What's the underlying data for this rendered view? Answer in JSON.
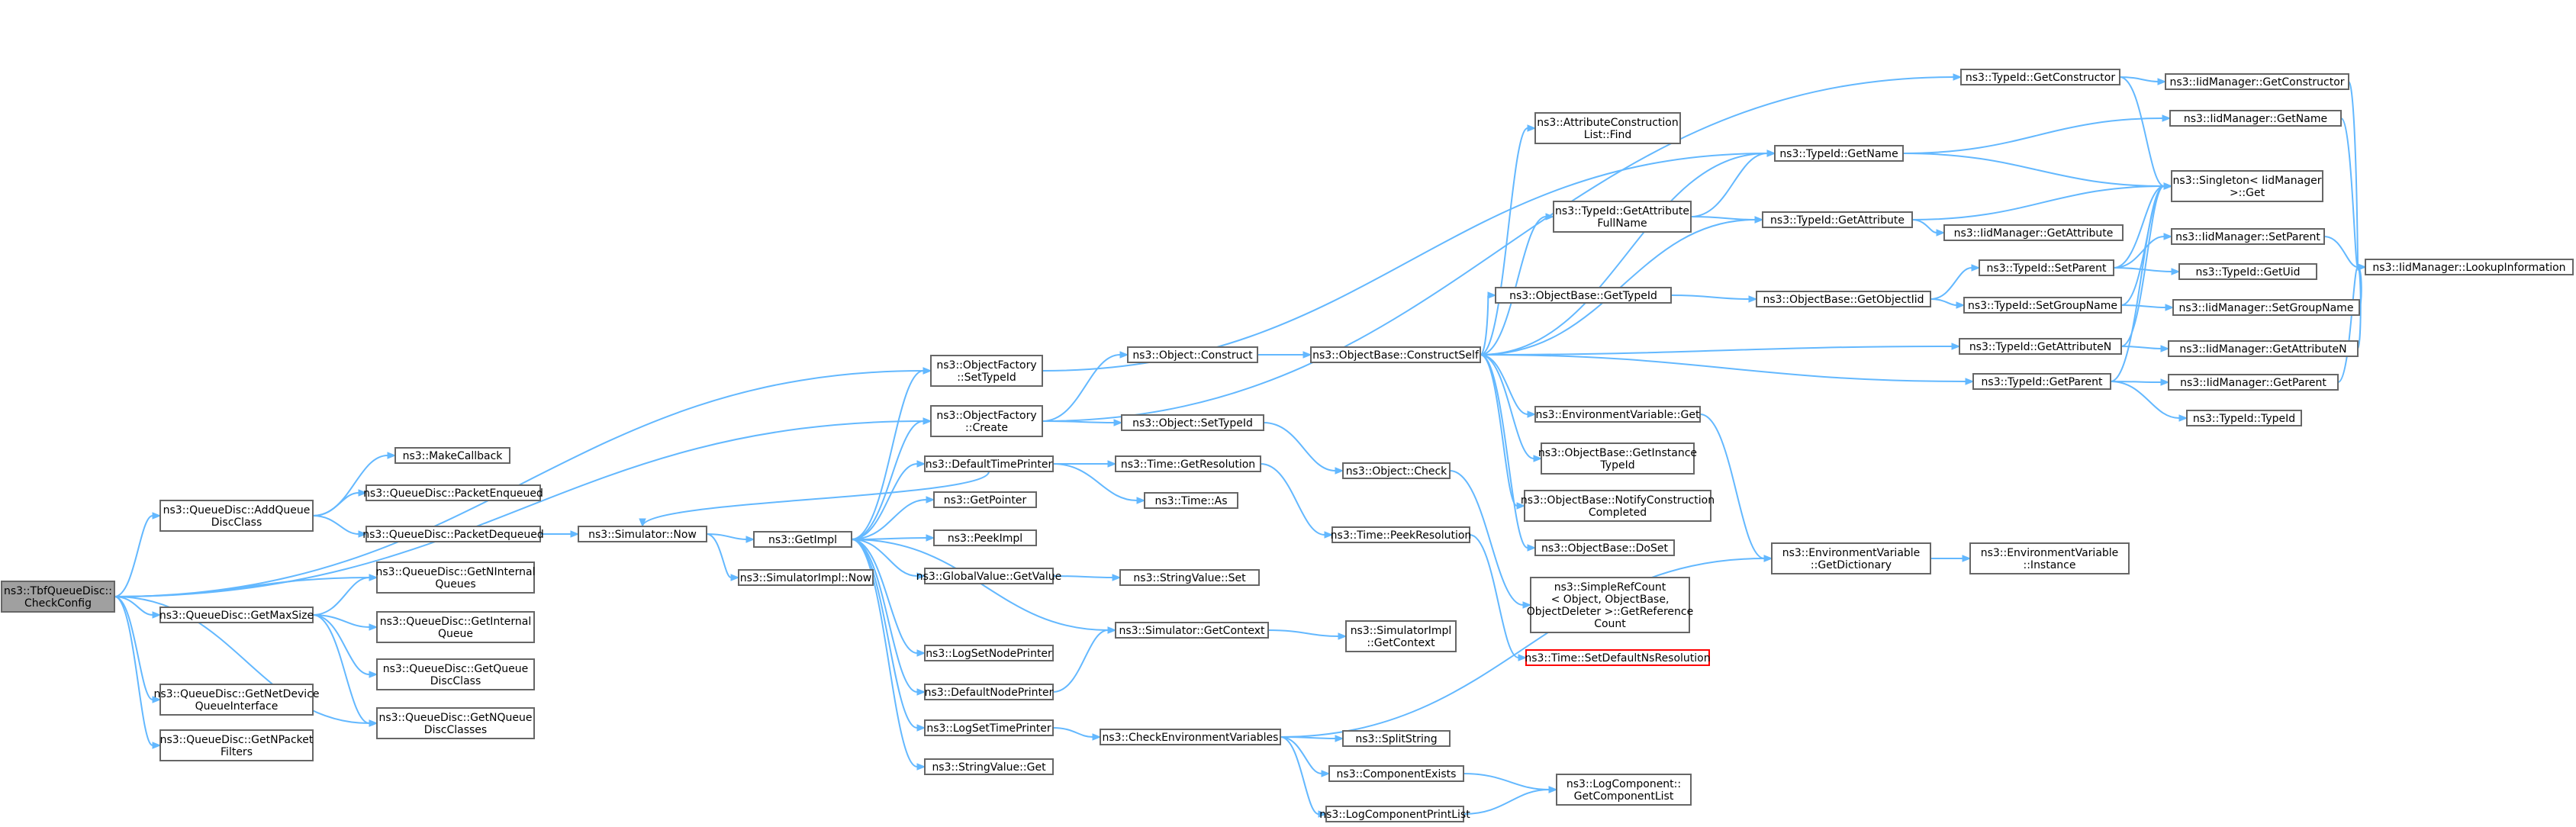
{
  "diagram": {
    "type": "call-graph",
    "nodes": [
      {
        "id": "root",
        "lines": [
          "ns3::TbfQueueDisc::",
          "CheckConfig"
        ],
        "style": "root"
      },
      {
        "id": "addQueueDiscClass",
        "lines": [
          "ns3::QueueDisc::AddQueue",
          "DiscClass"
        ]
      },
      {
        "id": "getMaxSize",
        "lines": [
          "ns3::QueueDisc::GetMaxSize"
        ]
      },
      {
        "id": "getNetDeviceQueueInterface",
        "lines": [
          "ns3::QueueDisc::GetNetDevice",
          "QueueInterface"
        ]
      },
      {
        "id": "getNPacketFilters",
        "lines": [
          "ns3::QueueDisc::GetNPacket",
          "Filters"
        ]
      },
      {
        "id": "makeCallback",
        "lines": [
          "ns3::MakeCallback"
        ]
      },
      {
        "id": "packetEnqueued",
        "lines": [
          "ns3::QueueDisc::PacketEnqueued"
        ]
      },
      {
        "id": "packetDequeued",
        "lines": [
          "ns3::QueueDisc::PacketDequeued"
        ]
      },
      {
        "id": "getNInternalQueues",
        "lines": [
          "ns3::QueueDisc::GetNInternal",
          "Queues"
        ]
      },
      {
        "id": "getInternalQueue",
        "lines": [
          "ns3::QueueDisc::GetInternal",
          "Queue"
        ]
      },
      {
        "id": "getQueueDiscClass",
        "lines": [
          "ns3::QueueDisc::GetQueue",
          "DiscClass"
        ]
      },
      {
        "id": "getNQueueDiscClasses",
        "lines": [
          "ns3::QueueDisc::GetNQueue",
          "DiscClasses"
        ]
      },
      {
        "id": "simulatorNow",
        "lines": [
          "ns3::Simulator::Now"
        ]
      },
      {
        "id": "getImpl",
        "lines": [
          "ns3::GetImpl"
        ]
      },
      {
        "id": "simulatorImplNow",
        "lines": [
          "ns3::SimulatorImpl::Now"
        ]
      },
      {
        "id": "objectFactorySetTypeId",
        "lines": [
          "ns3::ObjectFactory",
          "::SetTypeId"
        ]
      },
      {
        "id": "objectFactoryCreate",
        "lines": [
          "ns3::ObjectFactory",
          "::Create"
        ]
      },
      {
        "id": "defaultTimePrinter",
        "lines": [
          "ns3::DefaultTimePrinter"
        ]
      },
      {
        "id": "getPointer",
        "lines": [
          "ns3::GetPointer"
        ]
      },
      {
        "id": "peekImpl",
        "lines": [
          "ns3::PeekImpl"
        ]
      },
      {
        "id": "globalValueGetValue",
        "lines": [
          "ns3::GlobalValue::GetValue"
        ]
      },
      {
        "id": "logSetNodePrinter",
        "lines": [
          "ns3::LogSetNodePrinter"
        ]
      },
      {
        "id": "defaultNodePrinter",
        "lines": [
          "ns3::DefaultNodePrinter"
        ]
      },
      {
        "id": "logSetTimePrinter",
        "lines": [
          "ns3::LogSetTimePrinter"
        ]
      },
      {
        "id": "stringValueGet",
        "lines": [
          "ns3::StringValue::Get"
        ]
      },
      {
        "id": "objectConstruct",
        "lines": [
          "ns3::Object::Construct"
        ]
      },
      {
        "id": "objectSetTypeId",
        "lines": [
          "ns3::Object::SetTypeId"
        ]
      },
      {
        "id": "timeGetResolution",
        "lines": [
          "ns3::Time::GetResolution"
        ]
      },
      {
        "id": "timeAs",
        "lines": [
          "ns3::Time::As"
        ]
      },
      {
        "id": "stringValueSet",
        "lines": [
          "ns3::StringValue::Set"
        ]
      },
      {
        "id": "simulatorGetContext",
        "lines": [
          "ns3::Simulator::GetContext"
        ]
      },
      {
        "id": "checkEnvironmentVariables",
        "lines": [
          "ns3::CheckEnvironmentVariables"
        ]
      },
      {
        "id": "objectBaseConstructSelf",
        "lines": [
          "ns3::ObjectBase::ConstructSelf"
        ]
      },
      {
        "id": "objectCheck",
        "lines": [
          "ns3::Object::Check"
        ]
      },
      {
        "id": "timePeekResolution",
        "lines": [
          "ns3::Time::PeekResolution"
        ]
      },
      {
        "id": "simulatorImplGetContext",
        "lines": [
          "ns3::SimulatorImpl",
          "::GetContext"
        ]
      },
      {
        "id": "splitString",
        "lines": [
          "ns3::SplitString"
        ]
      },
      {
        "id": "componentExists",
        "lines": [
          "ns3::ComponentExists"
        ]
      },
      {
        "id": "logComponentPrintList",
        "lines": [
          "ns3::LogComponentPrintList"
        ]
      },
      {
        "id": "attributeConstructionListFind",
        "lines": [
          "ns3::AttributeConstruction",
          "List::Find"
        ]
      },
      {
        "id": "typeIdGetAttributeFullName",
        "lines": [
          "ns3::TypeId::GetAttribute",
          "FullName"
        ]
      },
      {
        "id": "objectBaseGetTypeId",
        "lines": [
          "ns3::ObjectBase::GetTypeId"
        ]
      },
      {
        "id": "environmentVariableGet",
        "lines": [
          "ns3::EnvironmentVariable::Get"
        ]
      },
      {
        "id": "objectBaseGetInstanceTypeId",
        "lines": [
          "ns3::ObjectBase::GetInstance",
          "TypeId"
        ]
      },
      {
        "id": "objectBaseNotifyConstructionCompleted",
        "lines": [
          "ns3::ObjectBase::NotifyConstruction",
          "Completed"
        ]
      },
      {
        "id": "objectBaseDoSet",
        "lines": [
          "ns3::ObjectBase::DoSet"
        ]
      },
      {
        "id": "simpleRefCountGetReferenceCount",
        "lines": [
          "ns3::SimpleRefCount",
          "< Object, ObjectBase,",
          "ObjectDeleter >::GetReference",
          "Count"
        ]
      },
      {
        "id": "timeSetDefaultNsResolution",
        "lines": [
          "ns3::Time::SetDefaultNsResolution"
        ],
        "style": "red"
      },
      {
        "id": "logComponentGetComponentList",
        "lines": [
          "ns3::LogComponent::",
          "GetComponentList"
        ]
      },
      {
        "id": "typeIdGetConstructor",
        "lines": [
          "ns3::TypeId::GetConstructor"
        ]
      },
      {
        "id": "typeIdGetName",
        "lines": [
          "ns3::TypeId::GetName"
        ]
      },
      {
        "id": "typeIdGetAttribute",
        "lines": [
          "ns3::TypeId::GetAttribute"
        ]
      },
      {
        "id": "objectBaseGetObjectIid",
        "lines": [
          "ns3::ObjectBase::GetObjectIid"
        ]
      },
      {
        "id": "typeIdSetParent",
        "lines": [
          "ns3::TypeId::SetParent"
        ]
      },
      {
        "id": "typeIdSetGroupName",
        "lines": [
          "ns3::TypeId::SetGroupName"
        ]
      },
      {
        "id": "typeIdGetAttributeN",
        "lines": [
          "ns3::TypeId::GetAttributeN"
        ]
      },
      {
        "id": "typeIdGetParent",
        "lines": [
          "ns3::TypeId::GetParent"
        ]
      },
      {
        "id": "environmentVariableGetDictionary",
        "lines": [
          "ns3::EnvironmentVariable",
          "::GetDictionary"
        ]
      },
      {
        "id": "environmentVariableInstance",
        "lines": [
          "ns3::EnvironmentVariable",
          "::Instance"
        ]
      },
      {
        "id": "iidManagerGetConstructor",
        "lines": [
          "ns3::IidManager::GetConstructor"
        ]
      },
      {
        "id": "iidManagerGetName",
        "lines": [
          "ns3::IidManager::GetName"
        ]
      },
      {
        "id": "singletonIidManagerGet",
        "lines": [
          "ns3::Singleton< IidManager",
          ">::Get"
        ]
      },
      {
        "id": "iidManagerGetAttribute",
        "lines": [
          "ns3::IidManager::GetAttribute"
        ]
      },
      {
        "id": "iidManagerSetParent",
        "lines": [
          "ns3::IidManager::SetParent"
        ]
      },
      {
        "id": "typeIdGetUid",
        "lines": [
          "ns3::TypeId::GetUid"
        ]
      },
      {
        "id": "iidManagerSetGroupName",
        "lines": [
          "ns3::IidManager::SetGroupName"
        ]
      },
      {
        "id": "iidManagerGetAttributeN",
        "lines": [
          "ns3::IidManager::GetAttributeN"
        ]
      },
      {
        "id": "iidManagerGetParent",
        "lines": [
          "ns3::IidManager::GetParent"
        ]
      },
      {
        "id": "typeIdTypeId",
        "lines": [
          "ns3::TypeId::TypeId"
        ]
      },
      {
        "id": "iidManagerLookupInformation",
        "lines": [
          "ns3::IidManager::LookupInformation"
        ]
      }
    ],
    "edges": [
      [
        "root",
        "addQueueDiscClass"
      ],
      [
        "root",
        "getMaxSize"
      ],
      [
        "root",
        "getNetDeviceQueueInterface"
      ],
      [
        "root",
        "getNPacketFilters"
      ],
      [
        "root",
        "getNInternalQueues"
      ],
      [
        "root",
        "getNQueueDiscClasses"
      ],
      [
        "root",
        "objectFactorySetTypeId"
      ],
      [
        "root",
        "objectFactoryCreate"
      ],
      [
        "addQueueDiscClass",
        "makeCallback"
      ],
      [
        "addQueueDiscClass",
        "packetEnqueued"
      ],
      [
        "addQueueDiscClass",
        "packetDequeued"
      ],
      [
        "getMaxSize",
        "getNInternalQueues"
      ],
      [
        "getMaxSize",
        "getInternalQueue"
      ],
      [
        "getMaxSize",
        "getQueueDiscClass"
      ],
      [
        "getMaxSize",
        "getNQueueDiscClasses"
      ],
      [
        "packetDequeued",
        "simulatorNow"
      ],
      [
        "simulatorNow",
        "getImpl"
      ],
      [
        "simulatorNow",
        "simulatorImplNow"
      ],
      [
        "getImpl",
        "objectFactorySetTypeId"
      ],
      [
        "getImpl",
        "objectFactoryCreate"
      ],
      [
        "getImpl",
        "defaultTimePrinter"
      ],
      [
        "getImpl",
        "getPointer"
      ],
      [
        "getImpl",
        "peekImpl"
      ],
      [
        "getImpl",
        "globalValueGetValue"
      ],
      [
        "getImpl",
        "logSetNodePrinter"
      ],
      [
        "getImpl",
        "defaultNodePrinter"
      ],
      [
        "getImpl",
        "logSetTimePrinter"
      ],
      [
        "getImpl",
        "stringValueGet"
      ],
      [
        "getImpl",
        "simulatorGetContext"
      ],
      [
        "defaultTimePrinter",
        "simulatorNow"
      ],
      [
        "defaultTimePrinter",
        "timeGetResolution"
      ],
      [
        "defaultTimePrinter",
        "timeAs"
      ],
      [
        "globalValueGetValue",
        "stringValueSet"
      ],
      [
        "defaultNodePrinter",
        "simulatorGetContext"
      ],
      [
        "logSetTimePrinter",
        "checkEnvironmentVariables"
      ],
      [
        "objectFactorySetTypeId",
        "typeIdGetName"
      ],
      [
        "objectFactoryCreate",
        "objectConstruct"
      ],
      [
        "objectFactoryCreate",
        "objectSetTypeId"
      ],
      [
        "objectFactoryCreate",
        "typeIdGetConstructor"
      ],
      [
        "objectConstruct",
        "objectBaseConstructSelf"
      ],
      [
        "objectSetTypeId",
        "objectCheck"
      ],
      [
        "timeGetResolution",
        "timePeekResolution"
      ],
      [
        "simulatorGetContext",
        "simulatorImplGetContext"
      ],
      [
        "checkEnvironmentVariables",
        "splitString"
      ],
      [
        "checkEnvironmentVariables",
        "componentExists"
      ],
      [
        "checkEnvironmentVariables",
        "logComponentPrintList"
      ],
      [
        "checkEnvironmentVariables",
        "environmentVariableGetDictionary"
      ],
      [
        "componentExists",
        "logComponentGetComponentList"
      ],
      [
        "logComponentPrintList",
        "logComponentGetComponentList"
      ],
      [
        "objectCheck",
        "simpleRefCountGetReferenceCount"
      ],
      [
        "timePeekResolution",
        "timeSetDefaultNsResolution"
      ],
      [
        "objectBaseConstructSelf",
        "attributeConstructionListFind"
      ],
      [
        "objectBaseConstructSelf",
        "typeIdGetAttributeFullName"
      ],
      [
        "objectBaseConstructSelf",
        "objectBaseGetTypeId"
      ],
      [
        "objectBaseConstructSelf",
        "environmentVariableGet"
      ],
      [
        "objectBaseConstructSelf",
        "objectBaseGetInstanceTypeId"
      ],
      [
        "objectBaseConstructSelf",
        "objectBaseNotifyConstructionCompleted"
      ],
      [
        "objectBaseConstructSelf",
        "objectBaseDoSet"
      ],
      [
        "objectBaseConstructSelf",
        "typeIdGetName"
      ],
      [
        "objectBaseConstructSelf",
        "typeIdGetAttribute"
      ],
      [
        "objectBaseConstructSelf",
        "typeIdGetAttributeN"
      ],
      [
        "objectBaseConstructSelf",
        "typeIdGetParent"
      ],
      [
        "typeIdGetAttributeFullName",
        "typeIdGetName"
      ],
      [
        "typeIdGetAttributeFullName",
        "typeIdGetAttribute"
      ],
      [
        "objectBaseGetTypeId",
        "objectBaseGetObjectIid"
      ],
      [
        "objectBaseGetObjectIid",
        "typeIdSetParent"
      ],
      [
        "objectBaseGetObjectIid",
        "typeIdSetGroupName"
      ],
      [
        "environmentVariableGet",
        "environmentVariableGetDictionary"
      ],
      [
        "environmentVariableGetDictionary",
        "environmentVariableInstance"
      ],
      [
        "typeIdGetConstructor",
        "iidManagerGetConstructor"
      ],
      [
        "typeIdGetConstructor",
        "singletonIidManagerGet"
      ],
      [
        "typeIdGetName",
        "iidManagerGetName"
      ],
      [
        "typeIdGetName",
        "singletonIidManagerGet"
      ],
      [
        "typeIdGetAttribute",
        "iidManagerGetAttribute"
      ],
      [
        "typeIdGetAttribute",
        "singletonIidManagerGet"
      ],
      [
        "typeIdSetParent",
        "iidManagerSetParent"
      ],
      [
        "typeIdSetParent",
        "singletonIidManagerGet"
      ],
      [
        "typeIdSetParent",
        "typeIdGetUid"
      ],
      [
        "typeIdSetGroupName",
        "iidManagerSetGroupName"
      ],
      [
        "typeIdSetGroupName",
        "singletonIidManagerGet"
      ],
      [
        "typeIdGetAttributeN",
        "iidManagerGetAttributeN"
      ],
      [
        "typeIdGetAttributeN",
        "singletonIidManagerGet"
      ],
      [
        "typeIdGetParent",
        "iidManagerGetParent"
      ],
      [
        "typeIdGetParent",
        "singletonIidManagerGet"
      ],
      [
        "typeIdGetParent",
        "typeIdTypeId"
      ],
      [
        "iidManagerGetConstructor",
        "iidManagerLookupInformation"
      ],
      [
        "iidManagerGetName",
        "iidManagerLookupInformation"
      ],
      [
        "iidManagerSetParent",
        "iidManagerLookupInformation"
      ],
      [
        "iidManagerSetGroupName",
        "iidManagerLookupInformation"
      ],
      [
        "iidManagerGetAttributeN",
        "iidManagerLookupInformation"
      ],
      [
        "iidManagerGetParent",
        "iidManagerLookupInformation"
      ]
    ]
  }
}
